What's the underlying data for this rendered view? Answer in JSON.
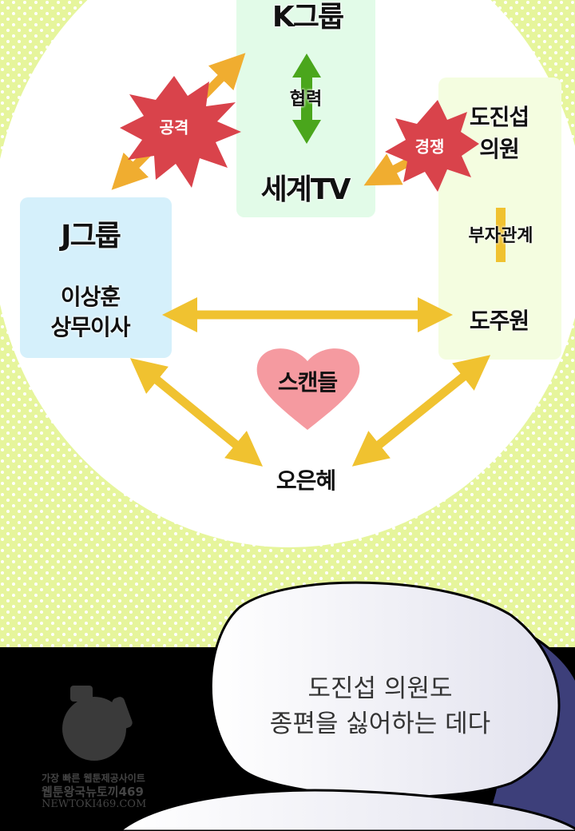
{
  "diagram": {
    "k_group": {
      "title": "K그룹",
      "relation": "협력",
      "partner": "세계TV"
    },
    "j_group": {
      "title": "J그룹",
      "person_line1": "이상훈",
      "person_line2": "상무이사"
    },
    "right_group": {
      "person_line1": "도진섭",
      "person_line2": "의원",
      "relation": "부자관계",
      "son": "도주원"
    },
    "attack_label": "공격",
    "competition_label": "경쟁",
    "scandal_label": "스캔들",
    "center_person": "오은혜"
  },
  "speech_bubble": {
    "line1": "도진섭 의원도",
    "line2": "종편을 싫어하는 데다"
  },
  "watermark": {
    "line1": "가장 빠른 웹툰제공사이트",
    "line2": "웹툰왕국뉴토끼469",
    "line3": "NEWTOKI469.COM"
  },
  "colors": {
    "background": "#e6f59c",
    "arrow": "#f0c230",
    "burst": "#d9434b",
    "coop_arrow": "#4aa61c",
    "heart": "#f59aa0"
  }
}
